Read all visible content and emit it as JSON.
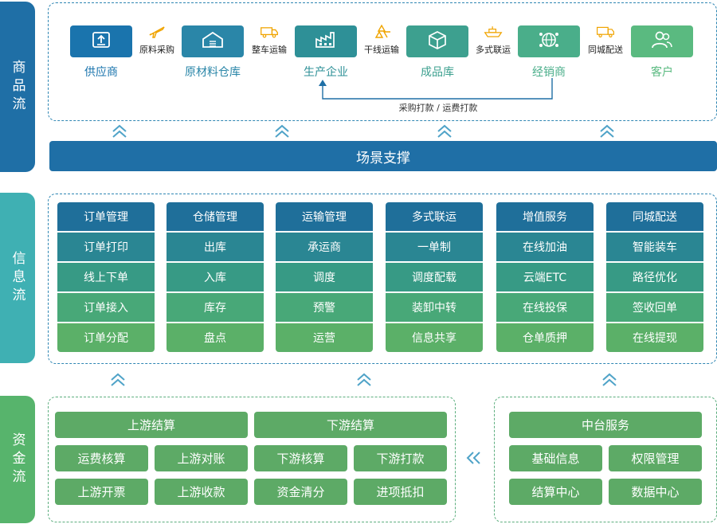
{
  "sections": {
    "goods_flow": "商品流",
    "info_flow": "信息流",
    "funds_flow": "资金流"
  },
  "goods": {
    "nodes": [
      {
        "label": "供应商",
        "icon": "upload-icon",
        "color": "#1a74ad"
      },
      {
        "label": "原材料仓库",
        "icon": "warehouse-icon",
        "color": "#2a86a8"
      },
      {
        "label": "生产企业",
        "icon": "factory-icon",
        "color": "#2e9097"
      },
      {
        "label": "成品库",
        "icon": "box-icon",
        "color": "#3da08f"
      },
      {
        "label": "经销商",
        "icon": "globe-network-icon",
        "color": "#4aae8a"
      },
      {
        "label": "客户",
        "icon": "users-icon",
        "color": "#5aba80"
      }
    ],
    "edges": [
      {
        "label": "原料采购",
        "icon": "airplane-icon"
      },
      {
        "label": "整车运输",
        "icon": "truck-icon"
      },
      {
        "label": "干线运输",
        "icon": "recycle-icon"
      },
      {
        "label": "多式联运",
        "icon": "ship-icon"
      },
      {
        "label": "同城配送",
        "icon": "delivery-van-icon"
      }
    ],
    "payment_label": "采购打款 / 运费打款"
  },
  "scene_support": "场景支撑",
  "info": {
    "columns": [
      {
        "header": "订单管理",
        "items": [
          "订单打印",
          "线上下单",
          "订单接入",
          "订单分配"
        ]
      },
      {
        "header": "仓储管理",
        "items": [
          "出库",
          "入库",
          "库存",
          "盘点"
        ]
      },
      {
        "header": "运输管理",
        "items": [
          "承运商",
          "调度",
          "预警",
          "运营"
        ]
      },
      {
        "header": "多式联运",
        "items": [
          "一单制",
          "调度配载",
          "装卸中转",
          "信息共享"
        ]
      },
      {
        "header": "增值服务",
        "items": [
          "在线加油",
          "云端ETC",
          "在线投保",
          "仓单质押"
        ]
      },
      {
        "header": "同城配送",
        "items": [
          "智能装车",
          "路径优化",
          "签收回单",
          "在线提现"
        ]
      }
    ],
    "row_colors": [
      "#1f6f9a",
      "#2a8693",
      "#379a85",
      "#48a878",
      "#5bb068"
    ]
  },
  "funds": {
    "upstream": {
      "header": "上游结算",
      "items": [
        "运费核算",
        "上游对账",
        "上游开票",
        "上游收款"
      ]
    },
    "downstream": {
      "header": "下游结算",
      "items": [
        "下游核算",
        "下游打款",
        "资金清分",
        "进项抵扣"
      ]
    },
    "platform": {
      "header": "中台服务",
      "items": [
        "基础信息",
        "权限管理",
        "结算中心",
        "数据中心"
      ]
    }
  },
  "colors": {
    "primary_blue": "#1f6fa6",
    "teal": "#46aeb0",
    "green": "#5daa66",
    "info_side": "#3fb0b3",
    "funds_side": "#57b46c"
  }
}
